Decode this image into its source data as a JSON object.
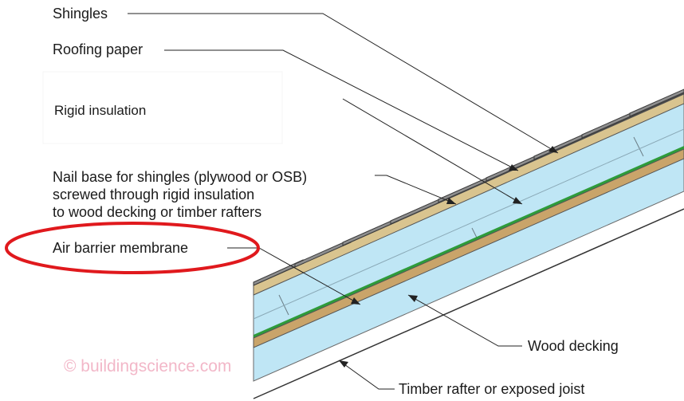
{
  "labels": {
    "shingles": "Shingles",
    "roofing_paper": "Roofing paper",
    "rigid_insulation": "Rigid insulation",
    "nail_base": [
      "Nail base for shingles (plywood or OSB)",
      "screwed through rigid insulation",
      "to wood decking or timber rafters"
    ],
    "air_barrier": "Air barrier membrane",
    "wood_decking": "Wood decking",
    "timber_rafter": "Timber rafter or exposed joist"
  },
  "watermark": "© buildingscience.com",
  "colors": {
    "insulation": "#bfe6f5",
    "air_barrier_membrane": "#2e9b3a",
    "decking": "#c9a46a",
    "highlight_ellipse": "#e0191d"
  }
}
